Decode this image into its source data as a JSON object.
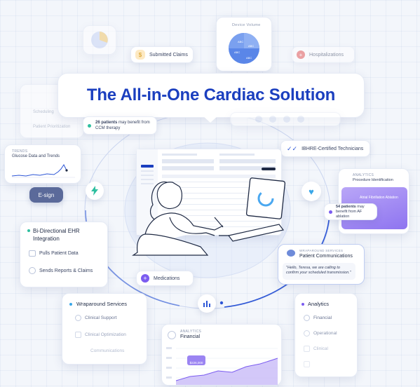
{
  "headline": "The All-in-One Cardiac Solution",
  "claims": {
    "label": "Submitted Claims",
    "icon": "dollar-icon"
  },
  "device_volume": {
    "title": "Device Volume",
    "slices": [
      "ABC",
      "ABC",
      "ABC",
      "ABC"
    ]
  },
  "hospitalizations": {
    "label": "Hospitalizations",
    "icon": "plus-icon"
  },
  "left_menu": {
    "scheduling": "Scheduling",
    "prioritization": "Patient Prioritization"
  },
  "ccm": {
    "count": "26 patients",
    "text_a": "may benefit from",
    "text_b": "CCM therapy"
  },
  "trends": {
    "kicker": "TRENDS",
    "title": "Glucose Data and Trends"
  },
  "esign": {
    "label": "E-sign"
  },
  "ibhre": {
    "label": "IBHRE-Certified Technicians"
  },
  "procedure": {
    "kicker": "ANALYTICS",
    "title": "Procedure Identification",
    "badge": "Atrial Fibrillation Ablation"
  },
  "af": {
    "count": "54 patients",
    "text_a": "may",
    "text_b": "benefit from AF ablation"
  },
  "ehr": {
    "title": "Bi-Directional EHR Integration",
    "item1": "Pulls Patient Data",
    "item2": "Sends Reports & Claims"
  },
  "comms": {
    "kicker": "WRAPAROUND SERVICES",
    "title": "Patient Communications",
    "quote": "\"Hello, Teresa, we are calling to confirm your scheduled transmission.\""
  },
  "medications": {
    "label": "Medications"
  },
  "wraparound": {
    "title": "Wraparound Services",
    "item1": "Clinical Support",
    "item2": "Clinical Optimization",
    "item3": "Communications"
  },
  "financial_chart": {
    "kicker": "ANALYTICS",
    "title": "Financial",
    "tooltip": "$226,000"
  },
  "analytics": {
    "title": "Analytics",
    "item1": "Financial",
    "item2": "Operational",
    "item3": "Clinical"
  },
  "colors": {
    "brand_blue": "#1b3fbf",
    "accent_purple": "#7b5cf0",
    "teal": "#2fbfa0",
    "red": "#e35a5a",
    "amber": "#f0b43c"
  }
}
